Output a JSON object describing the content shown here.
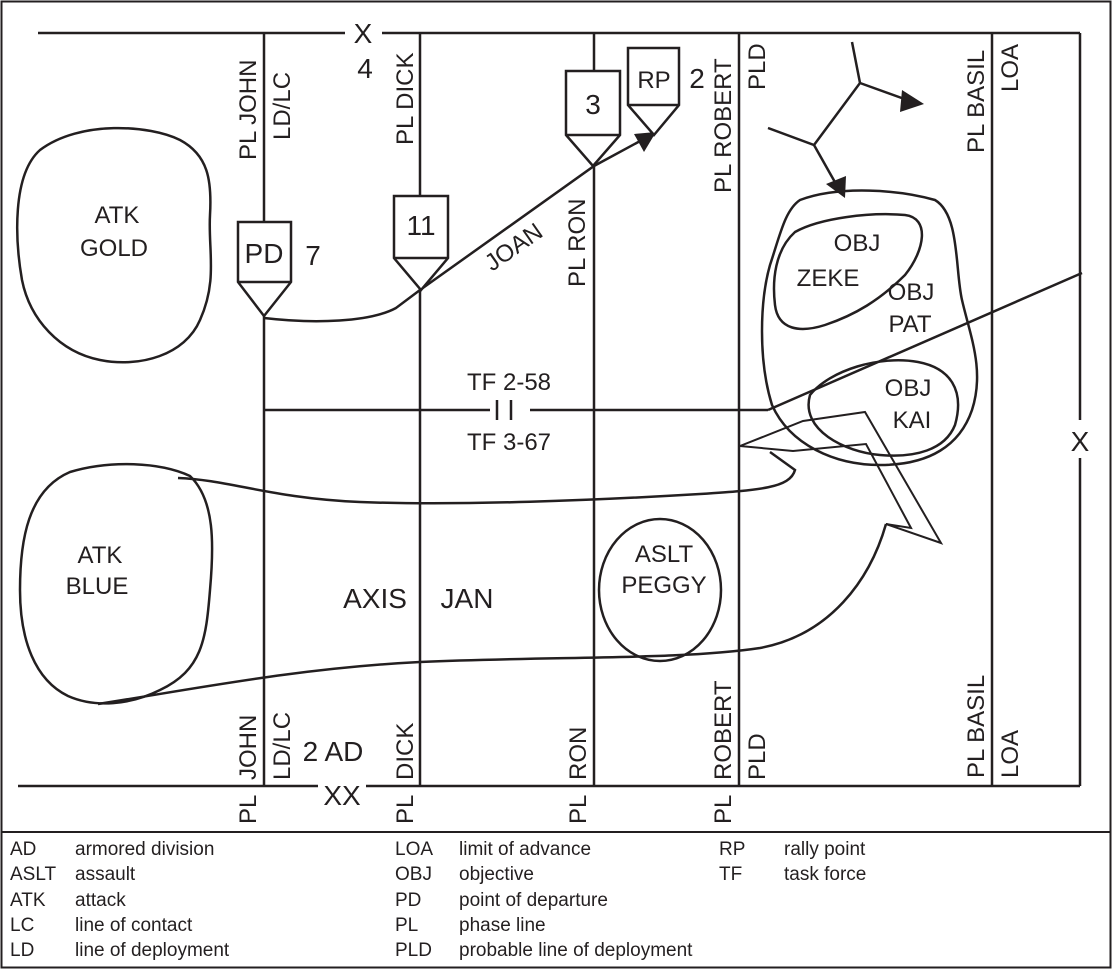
{
  "colors": {
    "ink": "#231f20",
    "background": "#ffffff"
  },
  "boundaries": {
    "corps_top": "X",
    "corps_top_number": "4",
    "corps_right": "X",
    "division_bottom": "XX",
    "division_bottom_unit": "2 AD",
    "task_force_divider": "I I",
    "tf_north": "TF 2-58",
    "tf_south": "TF 3-67"
  },
  "phase_lines": {
    "john": {
      "pl": "PL JOHN",
      "name_bottom": "JOHN",
      "pl_bottom": "PL",
      "extra": "LD/LC"
    },
    "dick": {
      "pl": "PL DICK",
      "name_bottom": "DICK",
      "pl_bottom": "PL"
    },
    "ron": {
      "pl": "PL RON",
      "name_bottom": "RON",
      "pl_bottom": "PL"
    },
    "robert": {
      "pl": "PL ROBERT",
      "name_bottom": "ROBERT",
      "pl_bottom": "PL",
      "extra": "PLD"
    },
    "basil": {
      "pl": "PL BASIL",
      "extra": "LOA"
    }
  },
  "checkpoints": {
    "pd": {
      "label": "PD",
      "number": "7"
    },
    "cp11": {
      "label": "11"
    },
    "cp3": {
      "label": "3"
    },
    "rp": {
      "label": "RP",
      "number": "2"
    }
  },
  "routes": {
    "joan": "JOAN",
    "axis_word": "AXIS",
    "axis_name": "JAN"
  },
  "areas": {
    "atk_gold": [
      "ATK",
      "GOLD"
    ],
    "atk_blue": [
      "ATK",
      "BLUE"
    ],
    "aslt_peggy": [
      "ASLT",
      "PEGGY"
    ],
    "obj_zeke": [
      "OBJ",
      "ZEKE"
    ],
    "obj_pat": [
      "OBJ",
      "PAT"
    ],
    "obj_kai": [
      "OBJ",
      "KAI"
    ]
  },
  "legend": {
    "col1": [
      {
        "abbr": "AD",
        "meaning": "armored division"
      },
      {
        "abbr": "ASLT",
        "meaning": "assault"
      },
      {
        "abbr": "ATK",
        "meaning": "attack"
      },
      {
        "abbr": "LC",
        "meaning": "line of contact"
      },
      {
        "abbr": "LD",
        "meaning": "line of deployment"
      }
    ],
    "col2": [
      {
        "abbr": "LOA",
        "meaning": "limit of advance"
      },
      {
        "abbr": "OBJ",
        "meaning": "objective"
      },
      {
        "abbr": "PD",
        "meaning": "point of departure"
      },
      {
        "abbr": "PL",
        "meaning": "phase line"
      },
      {
        "abbr": "PLD",
        "meaning": "probable line of deployment"
      }
    ],
    "col3": [
      {
        "abbr": "RP",
        "meaning": "rally point"
      },
      {
        "abbr": "TF",
        "meaning": "task force"
      }
    ]
  }
}
